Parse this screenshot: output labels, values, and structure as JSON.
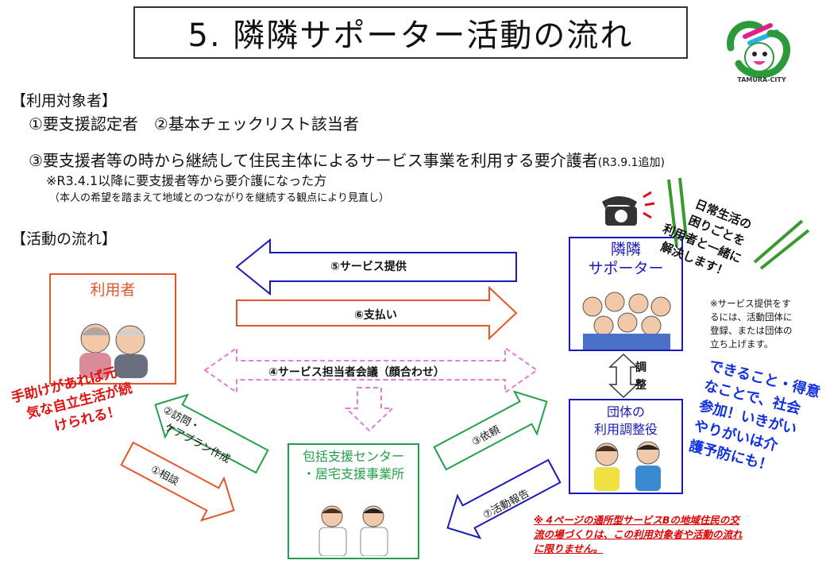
{
  "title": "5. 隣隣サポーター活動の流れ",
  "logo_text": "TAMURA-CITY",
  "target_heading": "【利用対象者】",
  "target_line1": "①要支援認定者　②基本チェックリスト該当者",
  "target_line2_main": "③要支援者等の時から継続して住民主体によるサービス事業を利用する要介護者",
  "target_line2_suffix": "(R3.9.1追加)",
  "target_note1": "※R3.4.1以降に要支援者等から要介護になった方",
  "target_note2": "（本人の希望を踏まえて地域とのつながりを継続する観点により見直し）",
  "flow_heading": "【活動の流れ】",
  "nodes": {
    "user": "利用者",
    "supporter_line1": "隣隣",
    "supporter_line2": "サポーター",
    "center_line1": "包括支援センター",
    "center_line2": "・居宅支援事業所",
    "coord_line1": "団体の",
    "coord_line2": "利用調整役"
  },
  "arrows": {
    "service": "⑤サービス提供",
    "payment": "⑥支払い",
    "meeting": "④サービス担当者会議（顔合わせ）",
    "visit_line1": "②訪問・",
    "visit_line2": "ケアプラン作成",
    "consult": "①相談",
    "request": "③依頼",
    "report": "⑦活動報告",
    "adjust": "調整"
  },
  "callouts": {
    "daily_life": [
      "日常生活の",
      "困りごとを",
      "利用者と一緒に",
      "解決します！"
    ],
    "independent": [
      "手助けがあれば元",
      "気な自立生活が続",
      "けられる！"
    ],
    "participation": [
      "できること・得意",
      "なことで、社会",
      "参加！いきがい",
      "やりがいは介",
      "護予防にも！"
    ]
  },
  "side_note": [
    "※サービス提供をす",
    "るには、活動団体に",
    "登録、または団体の",
    "立ち上げます。"
  ],
  "bottom_note": [
    "※４ページの通所型サービスBの地域住民の交",
    "流の場づくりは、この利用対象者や活動の流れ",
    "に限りません。"
  ],
  "colors": {
    "user": "#e2572a",
    "supporter": "#1a1ab8",
    "center": "#22a04a",
    "meeting": "#e87ad0",
    "callout_red": "#e01010",
    "callout_blue": "#1030e0"
  }
}
